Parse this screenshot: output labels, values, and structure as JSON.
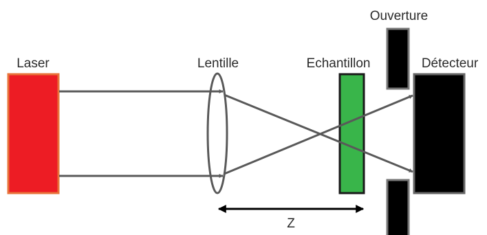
{
  "labels": {
    "laser": "Laser",
    "lens": "Lentille",
    "sample": "Echantillon",
    "aperture": "Ouverture",
    "detector": "Détecteur",
    "z": "Z"
  },
  "colors": {
    "laser_fill": "#ed1c24",
    "laser_border": "#e8743b",
    "sample_fill": "#39b54a",
    "sample_border": "#1a1a1a",
    "detector_fill": "#000000",
    "detector_border": "#666666",
    "aperture_fill": "#000000",
    "aperture_border": "#777777",
    "beam": "#595959",
    "lens_outline": "#595959",
    "arrow": "#000000"
  }
}
